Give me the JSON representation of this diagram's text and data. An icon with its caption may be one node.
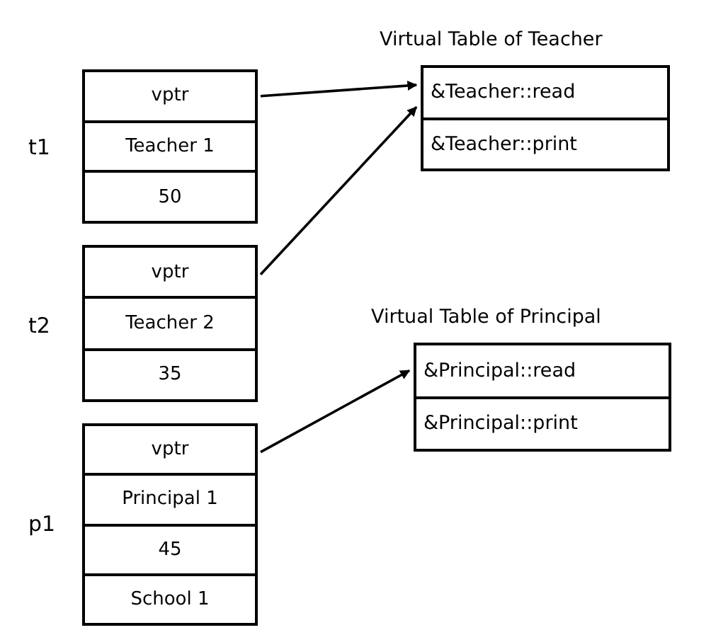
{
  "diagram": {
    "nodes": [
      {
        "text": [],
        "shape": "box",
        "beside": [
          "t1"
        ]
      },
      {
        "text": [
          "vptr"
        ],
        "in": 0
      },
      {
        "text": [
          "Teacher 1"
        ],
        "in": 0
      },
      {
        "text": [
          "50"
        ],
        "in": 0
      },
      {
        "text": [],
        "shape": "box",
        "beside": [
          "t2"
        ]
      },
      {
        "text": [
          "vptr"
        ],
        "in": 4
      },
      {
        "text": [
          "Teacher 2"
        ],
        "in": 4
      },
      {
        "text": [
          "35"
        ],
        "in": 4
      },
      {
        "text": [],
        "shape": "box",
        "beside": [
          "p1"
        ]
      },
      {
        "text": [
          "vptr"
        ],
        "in": 8
      },
      {
        "text": [
          "Principal 1"
        ],
        "in": 8
      },
      {
        "text": [
          "45"
        ],
        "in": 8
      },
      {
        "text": [
          "School 1"
        ],
        "in": 8
      },
      {
        "text": [
          "Virtual Table of Teacher"
        ]
      },
      {
        "text": [
          "&Teacher::read"
        ],
        "in": 13
      },
      {
        "text": [
          "&Teacher::print"
        ],
        "in": 13
      },
      {
        "text": [
          "Virtual Table of Principal"
        ]
      },
      {
        "text": [
          "&Principal::read"
        ],
        "in": 16
      },
      {
        "text": [
          "&Principal::print"
        ],
        "in": 16
      }
    ],
    "edges": [
      {
        "from": 1,
        "to": 14,
        "arrow": "to"
      },
      {
        "from": 5,
        "to": 14,
        "arrow": "to"
      },
      {
        "from": 9,
        "to": 17,
        "arrow": "to"
      }
    ]
  }
}
